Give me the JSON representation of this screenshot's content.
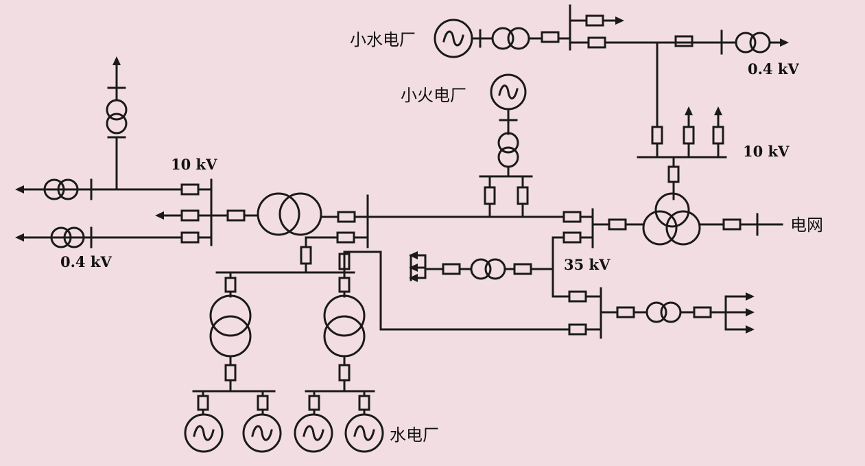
{
  "labels": {
    "small_hydro": "小水电厂",
    "small_thermal": "小火电厂",
    "hydro": "水电厂",
    "grid": "电网",
    "kv10_left": "10 kV",
    "kv10_right": "10 kV",
    "kv04_left": "0.4 kV",
    "kv04_right": "0.4 kV",
    "kv35": "35 kV"
  },
  "colors": {
    "line": "#1a1a1a",
    "background": "#f1dde2"
  }
}
